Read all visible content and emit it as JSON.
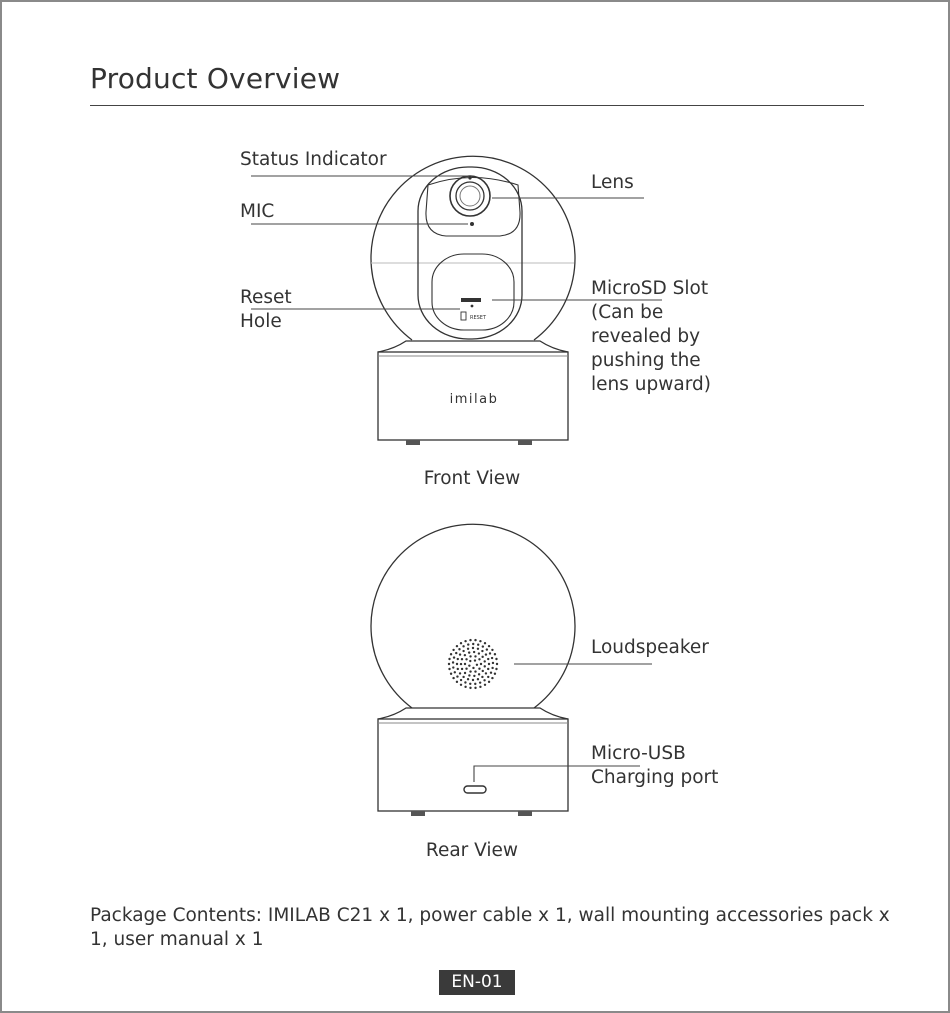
{
  "page_title": "Product Overview",
  "front_view": {
    "caption": "Front View",
    "brand_mark": "imilab",
    "reset_text": "RESET",
    "labels": {
      "status_indicator": "Status Indicator",
      "mic": "MIC",
      "reset_hole": "Reset\nHole",
      "lens": "Lens",
      "microsd_slot": "MicroSD Slot\n(Can be\nrevealed by\npushing the\nlens upward)"
    }
  },
  "rear_view": {
    "caption": "Rear View",
    "labels": {
      "loudspeaker": "Loudspeaker",
      "micro_usb": "Micro-USB\nCharging port"
    }
  },
  "package_contents": "Package Contents: IMILAB C21 x 1, power cable x 1, wall mounting accessories pack x 1, user manual x 1",
  "page_number": "EN-01"
}
